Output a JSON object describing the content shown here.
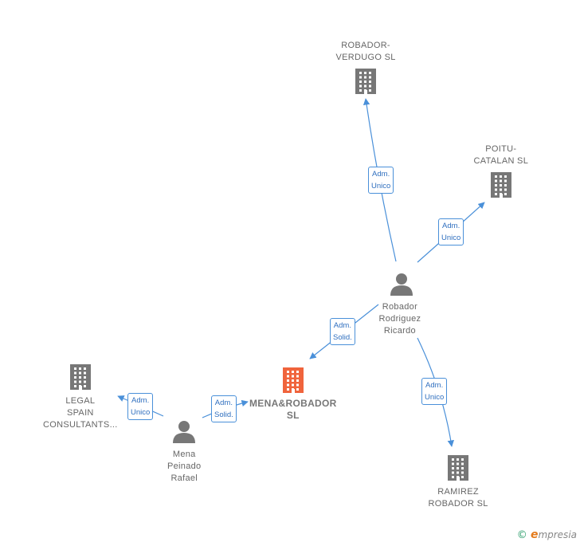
{
  "nodes": {
    "robador_verdugo": {
      "label": "ROBADOR-\nVERDUGO  SL",
      "type": "company",
      "icon": "building-icon"
    },
    "poitu_catalan": {
      "label": "POITU-\nCATALAN  SL",
      "type": "company",
      "icon": "building-icon"
    },
    "robador_rodriguez": {
      "label": "Robador\nRodriguez\nRicardo",
      "type": "person",
      "icon": "person-icon"
    },
    "mena_robador": {
      "label": "MENA&ROBADOR\nSL",
      "type": "company",
      "icon": "building-icon",
      "highlight": true
    },
    "legal_spain": {
      "label": "LEGAL\nSPAIN\nCONSULTANTS...",
      "type": "company",
      "icon": "building-icon"
    },
    "mena_peinado": {
      "label": "Mena\nPeinado\nRafael",
      "type": "person",
      "icon": "person-icon"
    },
    "ramirez_robador": {
      "label": "RAMIREZ\nROBADOR  SL",
      "type": "company",
      "icon": "building-icon"
    }
  },
  "edges": [
    {
      "from": "robador_rodriguez",
      "to": "robador_verdugo",
      "label": "Adm.\nUnico"
    },
    {
      "from": "robador_rodriguez",
      "to": "poitu_catalan",
      "label": "Adm.\nUnico"
    },
    {
      "from": "robador_rodriguez",
      "to": "mena_robador",
      "label": "Adm.\nSolid."
    },
    {
      "from": "robador_rodriguez",
      "to": "ramirez_robador",
      "label": "Adm.\nUnico"
    },
    {
      "from": "mena_peinado",
      "to": "mena_robador",
      "label": "Adm.\nSolid."
    },
    {
      "from": "mena_peinado",
      "to": "legal_spain",
      "label": "Adm.\nUnico"
    }
  ],
  "colors": {
    "edge": "#4a90d9",
    "node_icon": "#777777",
    "highlight_icon": "#f0643c",
    "label_text": "#666666"
  },
  "footer": {
    "copyright_symbol": "©",
    "brand_initial": "e",
    "brand_rest": "mpresia"
  }
}
